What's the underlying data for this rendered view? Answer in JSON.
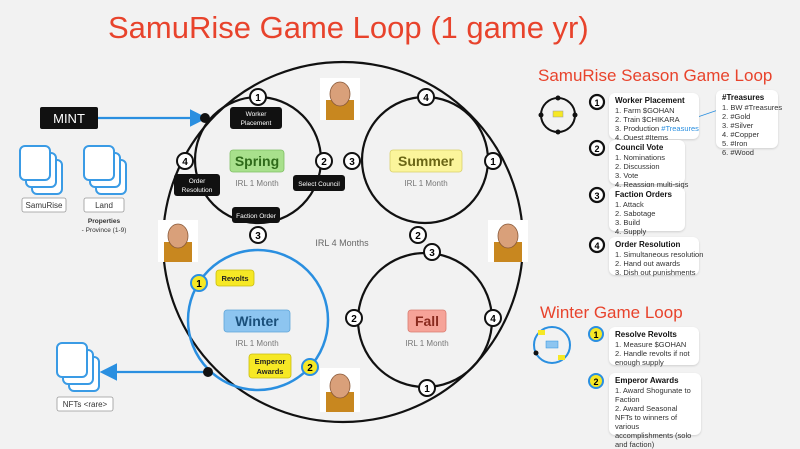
{
  "title": "SamuRise Game Loop (1 game yr)",
  "center_label": "IRL 4 Months",
  "mint_label": "MINT",
  "cards": {
    "samurise": "SamuRise",
    "land": "Land",
    "properties_title": "Properties",
    "properties_detail": "- Province (1-9)",
    "nfts": "NFTs <rare>"
  },
  "seasons": {
    "spring": {
      "name": "Spring",
      "sub": "IRL 1 Month",
      "color": "#a8e08c"
    },
    "summer": {
      "name": "Summer",
      "sub": "IRL 1 Month",
      "color": "#fbf59b"
    },
    "fall": {
      "name": "Fall",
      "sub": "IRL 1 Month",
      "color": "#f6a398"
    },
    "winter": {
      "name": "Winter",
      "sub": "IRL 1 Month",
      "color": "#8dc5f0"
    }
  },
  "spring_steps": {
    "s1": "Worker Placement",
    "s2": "Select Council",
    "s3": "Faction Order",
    "s4": "Order Resolution"
  },
  "winter_steps": {
    "w1": "Revolts",
    "w2": "Emperor Awards"
  },
  "numbers": {
    "n1": "1",
    "n2": "2",
    "n3": "3",
    "n4": "4"
  },
  "season_loop": {
    "title": "SamuRise Season Game Loop",
    "items": [
      {
        "num": "1",
        "heading": "Worker Placement",
        "lines": [
          "1. Farm $GOHAN",
          "2. Train $CHIKARA",
          "3. Production ",
          "4. Quest #Items"
        ],
        "accent": "#Treasures"
      },
      {
        "num": "2",
        "heading": "Council Vote",
        "lines": [
          "1. Nominations",
          "2. Discussion",
          "3. Vote",
          "4. Reassign multi-sigs"
        ]
      },
      {
        "num": "3",
        "heading": "Faction Orders",
        "lines": [
          "1. Attack",
          "2. Sabotage",
          "3. Build",
          "4. Supply"
        ]
      },
      {
        "num": "4",
        "heading": "Order Resolution",
        "lines": [
          "1. Simultaneous resolution",
          "2. Hand out awards",
          "3. Dish out punishments"
        ]
      }
    ],
    "treasures": {
      "heading": "#Treasures",
      "lines": [
        "1. BW #Treasures",
        "2. #Gold",
        "3. #Silver",
        "4. #Copper",
        "5. #Iron",
        "6. #Wood"
      ]
    }
  },
  "winter_loop": {
    "title": "Winter Game Loop",
    "items": [
      {
        "num": "1",
        "heading": "Resolve Revolts",
        "lines": [
          "1. Measure $GOHAN",
          "2. Handle revolts if not enough supply"
        ]
      },
      {
        "num": "2",
        "heading": "Emperor Awards",
        "lines": [
          "1. Award Shogunate to Faction",
          "2. Award Seasonal NFTs to winners of various accomplishments (solo and faction)"
        ]
      }
    ]
  },
  "colors": {
    "accent_red": "#e8432c",
    "winter_blue": "#2a8fe0",
    "step_yellow": "#f6e825"
  }
}
